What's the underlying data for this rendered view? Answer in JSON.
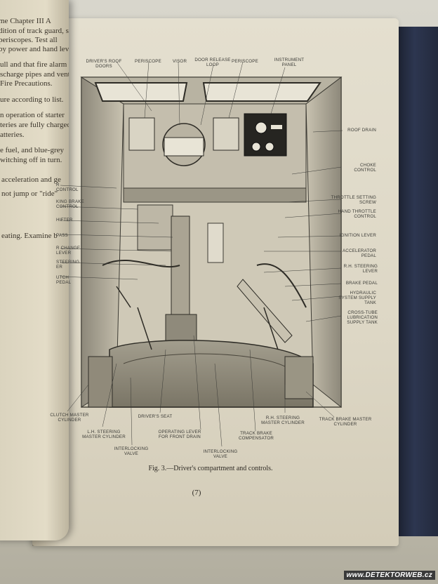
{
  "left_page": {
    "lines": [
      "me Chapter III A",
      "dition of track guard, sto",
      "periscopes. Test all",
      "by power and hand lever.",
      "",
      "ull and that fire alarm",
      "scharge pipes and vent",
      "Fire Precautions.",
      "ure according to list.",
      "",
      "n operation of starter",
      "teries are fully charged.",
      "atteries.",
      "",
      "e fuel, and blue-grey",
      "witching off in turn.",
      "",
      "acceleration and ge",
      "",
      "not jump or \"ride\"",
      "",
      "",
      "eating.  Examine b"
    ]
  },
  "figure": {
    "labels_top": [
      "DRIVER'S ROOF DOORS",
      "PERISCOPE",
      "VISOR",
      "DOOR RELEASE LOOP",
      "PERISCOPE",
      "INSTRUMENT PANEL"
    ],
    "labels_right": [
      "ROOF DRAIN",
      "CHOKE CONTROL",
      "THROTTLE SETTING SCREW",
      "HAND THROTTLE CONTROL",
      "IGNITION LEVER",
      "ACCELERATOR PEDAL",
      "R.H. STEERING LEVER",
      "BRAKE PEDAL",
      "HYDRAULIC SYSTEM SUPPLY TANK",
      "CROSS-TUBE LUBRICATION SUPPLY TANK"
    ],
    "labels_left": [
      "R CONTROL",
      "KING BRAKE CONTROL",
      "HIFTER",
      "PASS",
      "R CHANGE LEVER",
      "STEERING ER",
      "UTCH PEDAL"
    ],
    "labels_bottom": [
      "CLUTCH MASTER CYLINDER",
      "L.H. STEERING MASTER CYLINDER",
      "INTERLOCKING VALVE",
      "DRIVER'S SEAT",
      "OPERATING LEVER FOR FRONT DRAIN",
      "INTERLOCKING VALVE",
      "TRACK BRAKE COMPENSATOR",
      "R.H. STEERING MASTER CYLINDER",
      "TRACK BRAKE MASTER CYLINDER"
    ],
    "caption": "Fig. 3.—Driver's compartment and controls.",
    "page_number": "(7)"
  },
  "watermark": "www.DETEKTORWEB.cz"
}
